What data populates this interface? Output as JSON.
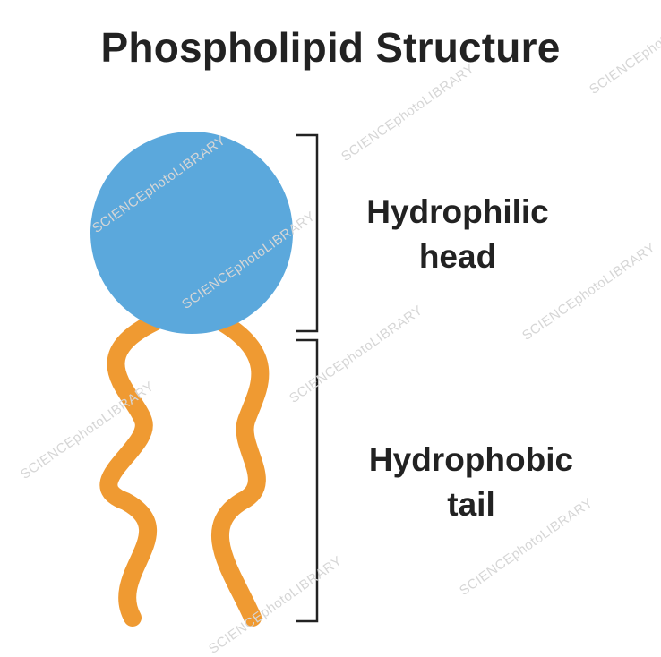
{
  "title": "Phospholipid Structure",
  "labels": {
    "head_line1": "Hydrophilic",
    "head_line2": "head",
    "tail_line1": "Hydrophobic",
    "tail_line2": "tail"
  },
  "colors": {
    "head": "#5ba8dc",
    "tail": "#ef9a32",
    "bracket": "#222222",
    "text": "#222222"
  },
  "watermark": "SCIENCEphotoLIBRARY"
}
